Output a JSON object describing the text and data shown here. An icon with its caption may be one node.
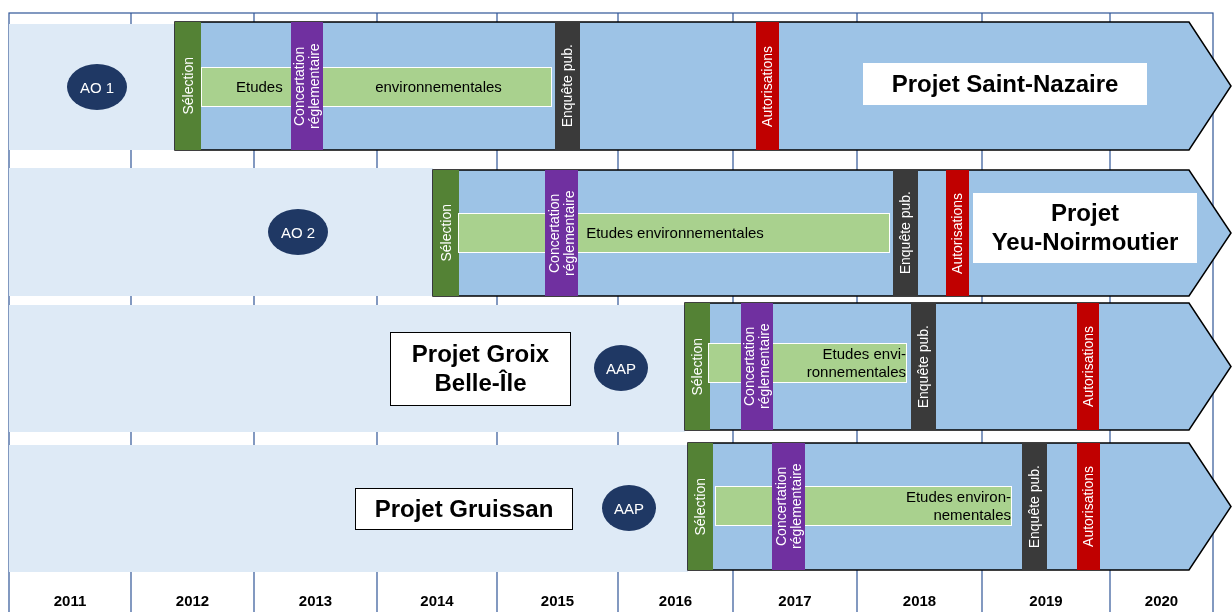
{
  "diagram": {
    "nodes": [
      {
        "text": [],
        "shape": "bar"
      },
      {
        "text": [
          "AO 1"
        ],
        "in": 0
      },
      {
        "text": [],
        "shape": "arrow"
      },
      {
        "text": [
          "Sélection"
        ],
        "in": 2
      },
      {
        "text": [
          "Etudes",
          "environnementales"
        ],
        "in": 2
      },
      {
        "text": [
          "Concertation réglementaire"
        ],
        "in": 2
      },
      {
        "text": [
          "Enquête pub."
        ],
        "in": 2
      },
      {
        "text": [
          "Autorisations"
        ],
        "in": 2
      },
      {
        "text": [
          "Projet Saint-Nazaire"
        ],
        "in": 2
      },
      {
        "text": [],
        "shape": "bar"
      },
      {
        "text": [
          "AO 2"
        ],
        "in": 9
      },
      {
        "text": [],
        "shape": "arrow"
      },
      {
        "text": [
          "Sélection"
        ],
        "in": 11
      },
      {
        "text": [
          "Etudes environnementales"
        ],
        "in": 11
      },
      {
        "text": [
          "Concertation réglementaire"
        ],
        "in": 11
      },
      {
        "text": [
          "Enquête pub."
        ],
        "in": 11
      },
      {
        "text": [
          "Autorisations"
        ],
        "in": 11
      },
      {
        "text": [
          "Projet Yeu-Noirmoutier"
        ],
        "in": 11
      },
      {
        "text": [],
        "shape": "bar"
      },
      {
        "text": [
          "Projet Groix Belle-Île"
        ],
        "in": 18
      },
      {
        "text": [
          "AAP"
        ],
        "in": 18
      },
      {
        "text": [],
        "shape": "arrow"
      },
      {
        "text": [
          "Sélection"
        ],
        "in": 21
      },
      {
        "text": [
          "Etudes envi- ronnementales"
        ],
        "in": 21
      },
      {
        "text": [
          "Concertation réglementaire"
        ],
        "in": 21
      },
      {
        "text": [
          "Enquête pub."
        ],
        "in": 21
      },
      {
        "text": [
          "Autorisations"
        ],
        "in": 21
      },
      {
        "text": [],
        "shape": "bar"
      },
      {
        "text": [
          "Projet Gruissan"
        ],
        "in": 27
      },
      {
        "text": [
          "AAP"
        ],
        "in": 27
      },
      {
        "text": [],
        "shape": "arrow"
      },
      {
        "text": [
          "Sélection"
        ],
        "in": 30
      },
      {
        "text": [
          "Etudes environ- nementales"
        ],
        "in": 30
      },
      {
        "text": [
          "Concertation réglementaire"
        ],
        "in": 30
      },
      {
        "text": [
          "Enquête pub."
        ],
        "in": 30
      },
      {
        "text": [
          "Autorisations"
        ],
        "in": 30
      }
    ],
    "labels": [
      "2011",
      "2012",
      "2013",
      "2014",
      "2015",
      "2016",
      "2017",
      "2018",
      "2019",
      "2020"
    ]
  }
}
